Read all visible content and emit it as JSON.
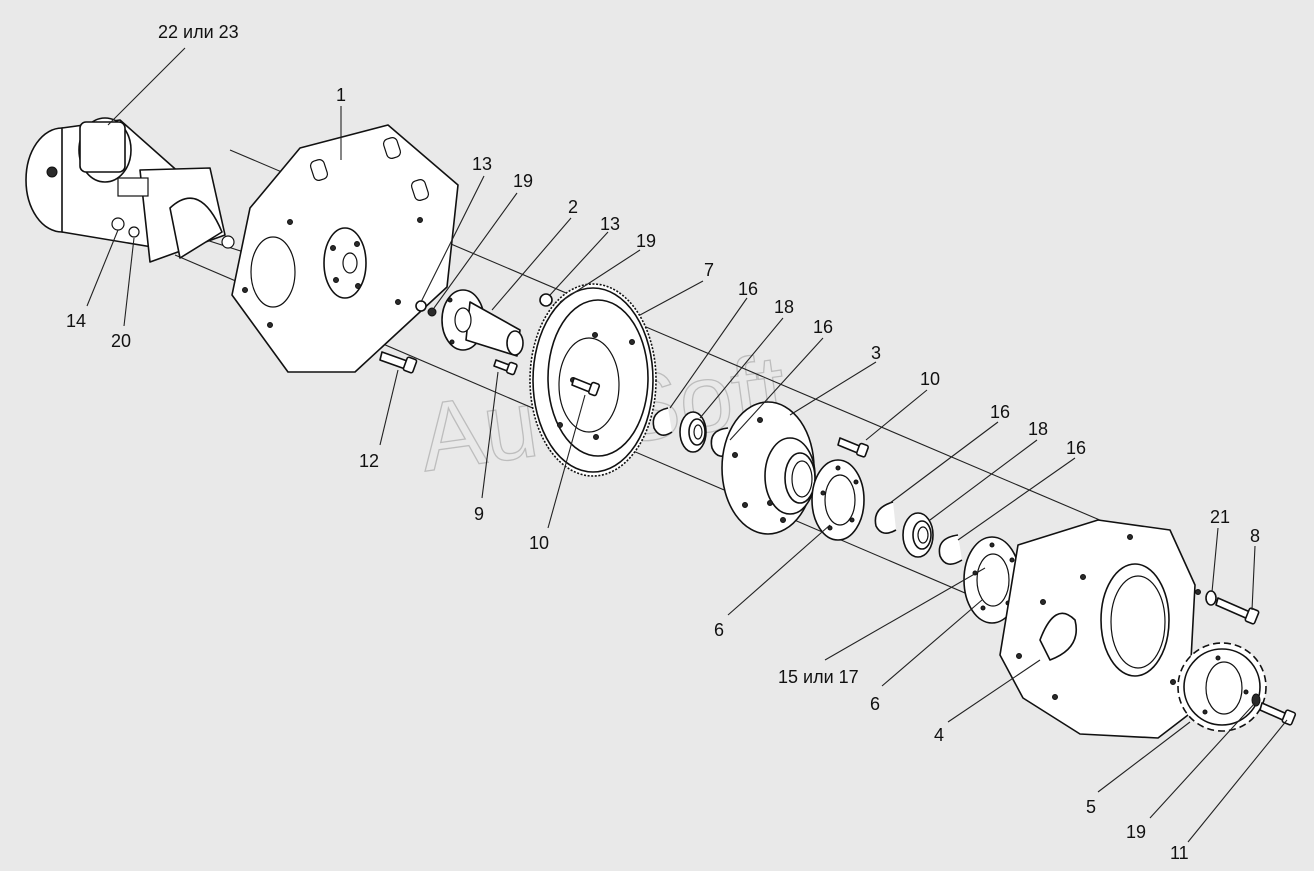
{
  "callouts": [
    {
      "text": "22 или 23"
    },
    {
      "text": "1"
    },
    {
      "text": "13"
    },
    {
      "text": "19"
    },
    {
      "text": "2"
    },
    {
      "text": "13"
    },
    {
      "text": "19"
    },
    {
      "text": "7"
    },
    {
      "text": "16"
    },
    {
      "text": "18"
    },
    {
      "text": "16"
    },
    {
      "text": "3"
    },
    {
      "text": "10"
    },
    {
      "text": "16"
    },
    {
      "text": "18"
    },
    {
      "text": "16"
    },
    {
      "text": "21"
    },
    {
      "text": "8"
    },
    {
      "text": "14"
    },
    {
      "text": "20"
    },
    {
      "text": "12"
    },
    {
      "text": "9"
    },
    {
      "text": "10"
    },
    {
      "text": "6"
    },
    {
      "text": "15 или 17"
    },
    {
      "text": "6"
    },
    {
      "text": "4"
    },
    {
      "text": "5"
    },
    {
      "text": "19"
    },
    {
      "text": "11"
    }
  ],
  "watermark": "AutoSoft",
  "colors": {
    "background": "#e9e9e9",
    "line": "#111111",
    "watermark": "#bdbdbd"
  }
}
